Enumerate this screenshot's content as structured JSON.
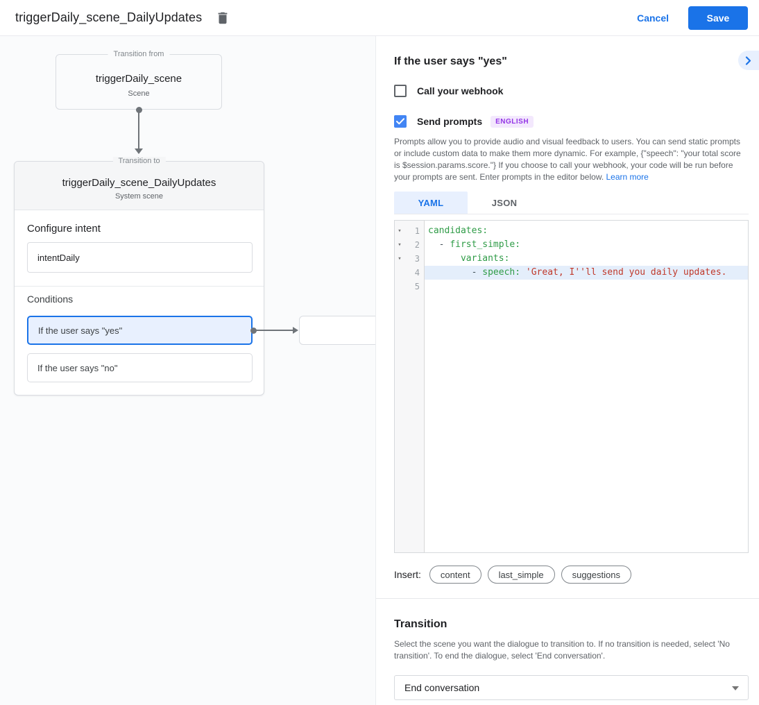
{
  "header": {
    "title": "triggerDaily_scene_DailyUpdates",
    "cancel_label": "Cancel",
    "save_label": "Save"
  },
  "colors": {
    "accent_blue": "#1a73e8",
    "selected_bg": "#e8f0fe",
    "badge_purple": "#9334e6",
    "code_key_green": "#2e9b46",
    "code_string_red": "#c0392b"
  },
  "canvas": {
    "transition_from": {
      "legend": "Transition from",
      "title": "triggerDaily_scene",
      "subtitle": "Scene"
    },
    "transition_to": {
      "legend": "Transition to",
      "title": "triggerDaily_scene_DailyUpdates",
      "subtitle": "System scene"
    },
    "configure_intent": {
      "label": "Configure intent",
      "value": "intentDaily"
    },
    "conditions": {
      "label": "Conditions",
      "items": [
        {
          "label": "If the user says \"yes\"",
          "selected": true
        },
        {
          "label": "If the user says \"no\"",
          "selected": false
        }
      ]
    }
  },
  "panel": {
    "title": "If the user says \"yes\"",
    "webhook": {
      "label": "Call your webhook",
      "checked": false
    },
    "prompts": {
      "label": "Send prompts",
      "checked": true,
      "badge": "ENGLISH",
      "description": "Prompts allow you to provide audio and visual feedback to users. You can send static prompts or include custom data to make them more dynamic. For example, {\"speech\": \"your total score is $session.params.score.\"} If you choose to call your webhook, your code will be run before your prompts are sent. Enter prompts in the editor below. ",
      "learn_more": "Learn more"
    },
    "tabs": [
      {
        "label": "YAML",
        "active": true
      },
      {
        "label": "JSON",
        "active": false
      }
    ],
    "editor": {
      "lines": [
        {
          "num": 1,
          "foldable": true,
          "highlight": false,
          "tokens": [
            {
              "t": "key",
              "v": "candidates:"
            }
          ]
        },
        {
          "num": 2,
          "foldable": true,
          "highlight": false,
          "tokens": [
            {
              "t": "plain",
              "v": "  "
            },
            {
              "t": "dash",
              "v": "- "
            },
            {
              "t": "key",
              "v": "first_simple:"
            }
          ]
        },
        {
          "num": 3,
          "foldable": true,
          "highlight": false,
          "tokens": [
            {
              "t": "plain",
              "v": "      "
            },
            {
              "t": "key",
              "v": "variants:"
            }
          ]
        },
        {
          "num": 4,
          "foldable": false,
          "highlight": true,
          "tokens": [
            {
              "t": "plain",
              "v": "        "
            },
            {
              "t": "dash",
              "v": "- "
            },
            {
              "t": "key",
              "v": "speech:"
            },
            {
              "t": "plain",
              "v": " "
            },
            {
              "t": "string",
              "v": "'Great, I''ll send you daily updates."
            }
          ]
        },
        {
          "num": 5,
          "foldable": false,
          "highlight": false,
          "tokens": []
        }
      ]
    },
    "insert": {
      "label": "Insert:",
      "chips": [
        "content",
        "last_simple",
        "suggestions"
      ]
    },
    "transition": {
      "title": "Transition",
      "description": "Select the scene you want the dialogue to transition to. If no transition is needed, select 'No transition'. To end the dialogue, select 'End conversation'.",
      "selected": "End conversation"
    }
  }
}
